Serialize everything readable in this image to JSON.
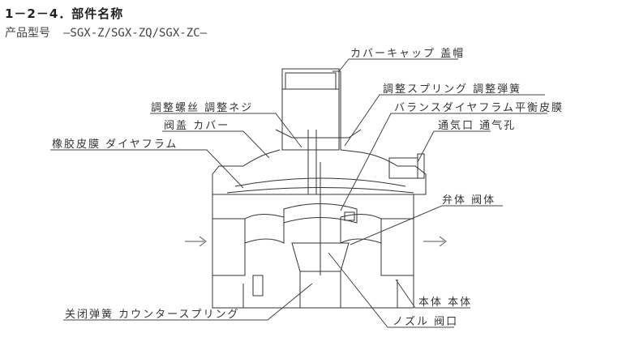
{
  "header": {
    "title": "1－2－4．部件名称",
    "model_label": "产品型号",
    "model_value": "—SGX-Z/SGX-ZQ/SGX-ZC—"
  },
  "labels": {
    "cover_cap": "カバーキャップ 盖帽",
    "adjust_spring": "調整スプリング 調整弾簧",
    "balance_diaphragm": "バランスダイヤフラム平衡皮膜",
    "vent": "通気口 通气孔",
    "adjust_screw": "調整螺丝 調整ネジ",
    "cover": "阀盖 カバー",
    "rubber_diaphragm": "橡胶皮膜 ダイヤフラム",
    "valve_body": "弁体 阀体",
    "main_body": "本体 本体",
    "closing_spring": "关闭弹簧 カウンタースプリング",
    "nozzle": "ノズル 阀口"
  }
}
